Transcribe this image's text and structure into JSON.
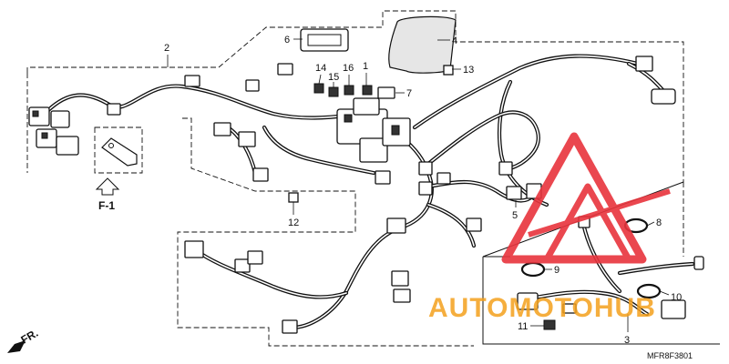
{
  "diagram": {
    "part_labels": {
      "l1": "1",
      "l2": "2",
      "l3": "3",
      "l4": "4",
      "l5": "5",
      "l6": "6",
      "l7": "7",
      "l8": "8",
      "l9": "9",
      "l10": "10",
      "l11": "11",
      "l12": "12",
      "l13": "13",
      "l14": "14",
      "l15": "15",
      "l16": "16"
    },
    "view_ref": "F-1",
    "front_marker": "FR.",
    "drawing_code": "MFR8F3801",
    "watermark": {
      "text": "AUTOMOTOHUB",
      "color_red": "#e8343d",
      "color_orange": "#f4a11d"
    }
  }
}
